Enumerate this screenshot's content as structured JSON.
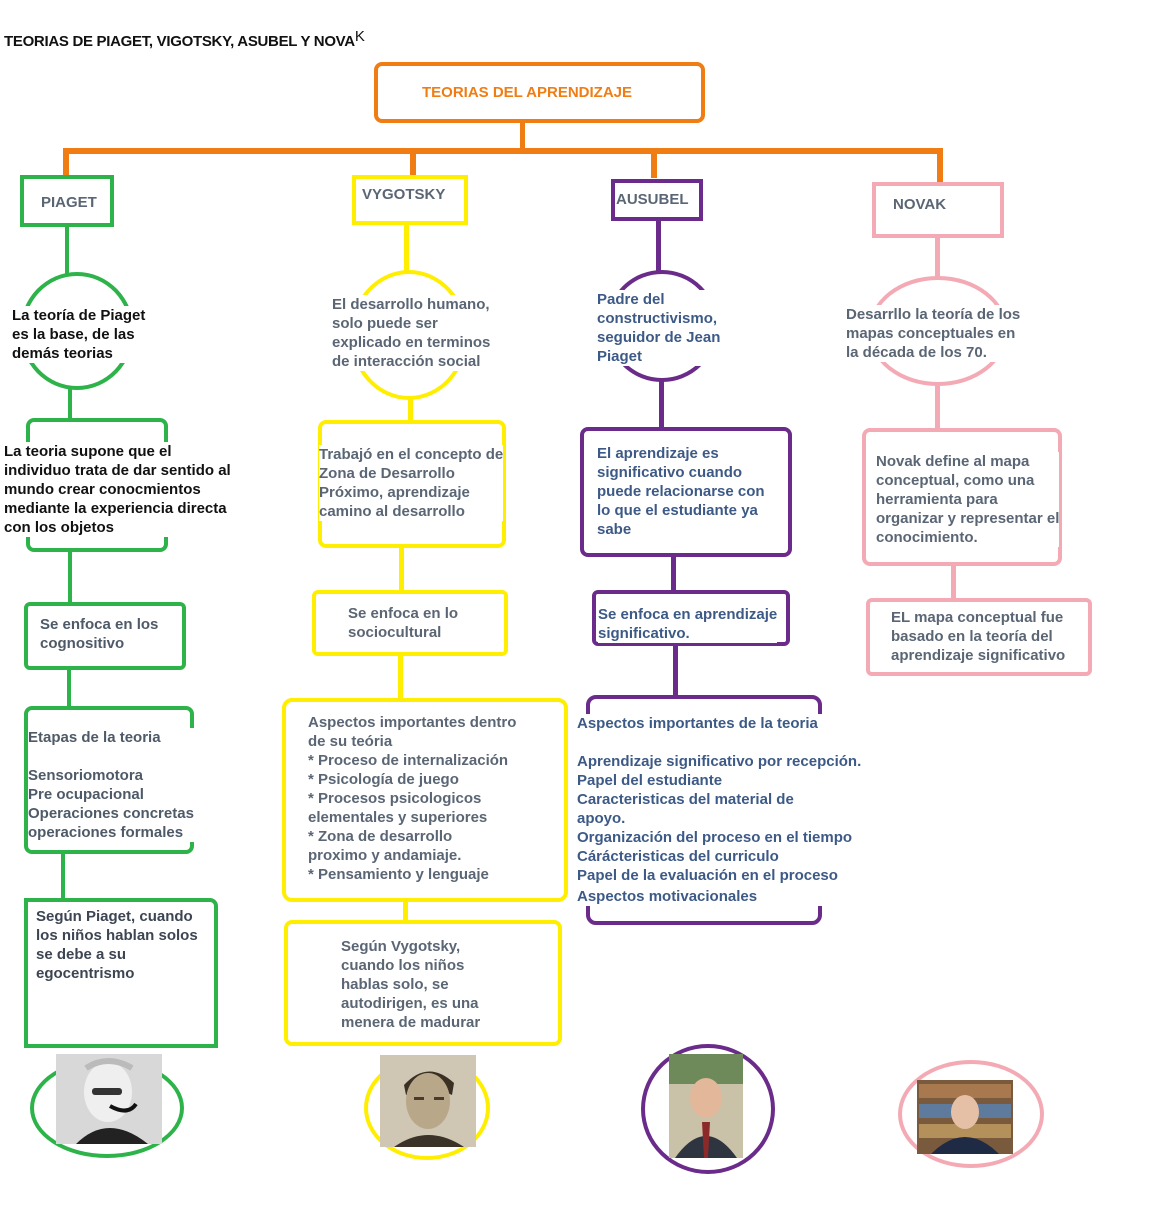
{
  "page_title": "TEORIAS DE PIAGET, VIGOTSKY, ASUBEL Y NOVA",
  "page_title_tail": "K",
  "root": {
    "label": "TEORIAS DEL APRENDIZAJE"
  },
  "colors": {
    "root": "#f07d14",
    "piaget": "#2db34a",
    "vygotsky": "#ffee00",
    "ausubel": "#6a2b8a",
    "novak": "#f4aab4",
    "text_gray": "#5b6675"
  },
  "piaget": {
    "title": "PIAGET",
    "intro": "La teoría de Piaget\nes la base, de las\ndemás teorias",
    "theory": "La teoria supone que el\nindividuo trata de dar sentido al\nmundo crear conocmientos\nmediante la experiencia directa\ncon los objetos",
    "focus": "Se enfoca en los\ncognositivo",
    "stages": "Etapas de la teoria\n\nSensoriomotora\nPre ocupacional\nOperaciones concretas\noperaciones formales",
    "note": "Según Piaget, cuando\nlos niños hablan solos\nse debe a su\negocentrismo",
    "photo_icon": "portrait-photo"
  },
  "vygotsky": {
    "title": "VYGOTSKY",
    "intro": "El desarrollo humano,\nsolo puede ser\nexplicado en terminos\nde interacción  social",
    "theory": "Trabajó en el concepto de\nZona de Desarrollo\nPróximo, aprendizaje\ncamino al desarrollo",
    "focus": "Se enfoca en lo\nsociocultural",
    "aspects_title": "Aspectos importantes dentro\nde su teória",
    "aspects": [
      "*  Proceso de internalización",
      "*  Psicología de juego",
      "*  Procesos psicologicos\n    elementales  y superiores",
      "*  Zona de desarrollo\n    proximo y andamiaje.",
      "*  Pensamiento y lenguaje"
    ],
    "note": "Según   Vygotsky,\ncuando los niños\nhablas solo, se\nautodirigen, es una\nmenera de madurar",
    "photo_icon": "portrait-photo"
  },
  "ausubel": {
    "title": "AUSUBEL",
    "intro": "Padre del\nconstructivismo,\nseguidor de Jean\nPiaget",
    "theory": "El aprendizaje es\nsignificativo cuando\npuede relacionarse con\nlo que el estudiante ya\nsabe",
    "focus": "Se enfoca en aprendizaje\nsignificativo.",
    "aspects_title": "Aspectos importantes de la teoria",
    "aspects": [
      "Aprendizaje significativo por recepción.",
      "Papel del estudiante",
      "Caracteristicas del material de\napoyo.",
      "Organización del proceso en el tiempo",
      "Cárácteristicas del curriculo",
      "Papel de la evaluación en el proceso",
      "Aspectos motivacionales"
    ],
    "photo_icon": "portrait-photo"
  },
  "novak": {
    "title": "NOVAK",
    "intro": "Desarrllo la teoría de los\nmapas conceptuales en\nla década de los 70.",
    "theory": "Novak define al mapa\nconceptual, como una\nherramienta para\norganizar y representar el\nconocimiento.",
    "focus": "EL mapa conceptual fue\nbasado en la teoría del\naprendizaje significativo",
    "photo_icon": "portrait-photo"
  }
}
